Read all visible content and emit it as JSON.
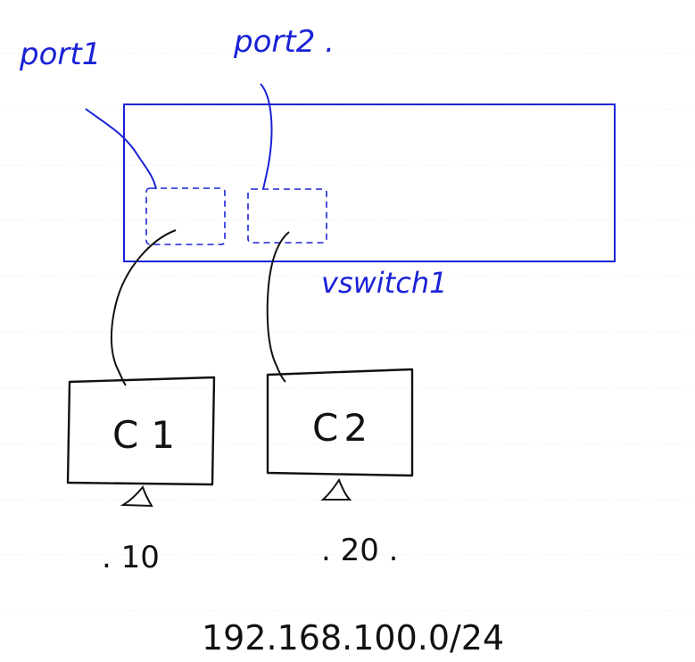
{
  "labels": {
    "port1": "port1",
    "port2": "port2 .",
    "vswitch": "vswitch1",
    "c1": "C1",
    "c2": "C2",
    "ip1": ". 10",
    "ip2": ". 20 .",
    "subnet": "192.168.100.0/24"
  },
  "colors": {
    "ink_blue": "#1a22d6",
    "ink_black": "#111111",
    "ruled_line": "#ececec"
  }
}
